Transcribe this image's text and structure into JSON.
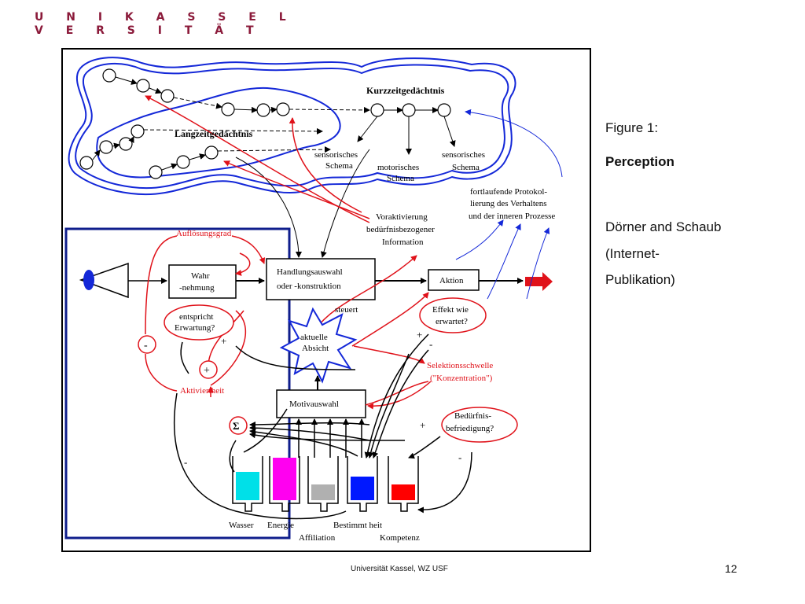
{
  "logo": {
    "line1": "U N I K A S S E L",
    "line2": "V E R S I T Ä T"
  },
  "caption": {
    "figure_label": "Figure 1:",
    "title": "Perception",
    "author": "Dörner and Schaub",
    "source_line1": "(Internet-",
    "source_line2": "Publikation)"
  },
  "footer": {
    "institution": "Universität Kassel, WZ USF",
    "page": "12"
  },
  "diagram": {
    "kurzzeit": "Kurzzeitgedächtnis",
    "langzeit": "Langzeitgedächtnis",
    "sens1_a": "sensorisches",
    "sens1_b": "Schema",
    "mot_a": "motorisches",
    "mot_b": "Schema",
    "sens2_a": "sensorisches",
    "sens2_b": "Schema",
    "proto_1": "fortlaufende Protokol-",
    "proto_2": "lierung des Verhaltens",
    "proto_3": "und der inneren Prozesse",
    "vor_1": "Voraktivierung",
    "vor_2": "bedürfnisbezogener",
    "vor_3": "Information",
    "aufl": "Auflösungsgrad",
    "wahr_1": "Wahr",
    "wahr_2": "-nehmung",
    "hand_1": "Handlungsauswahl",
    "hand_2": "oder -konstruktion",
    "aktion": "Aktion",
    "steuert": "steuert",
    "effekt_1": "Effekt wie",
    "effekt_2": "erwartet?",
    "entspricht_1": "entspricht",
    "entspricht_2": "Erwartung?",
    "aktuelle_1": "aktuelle",
    "aktuelle_2": "Absicht",
    "selektion_1": "Selektionsschwelle",
    "selektion_2": "(\"Konzentration\")",
    "aktiviertheit": "Aktiviertheit",
    "motivauswahl": "Motivauswahl",
    "bed_1": "Bedürfnis-",
    "bed_2": "befriedigung?",
    "sigma": "Σ",
    "plus": "+",
    "minus": "-",
    "wasser": "Wasser",
    "energie": "Energie",
    "affiliation": "Affiliation",
    "bestimmtheit": "Bestimmt heit",
    "kompetenz": "Kompetenz"
  },
  "colors": {
    "logo": "#8b1a3a",
    "red": "#e0121a",
    "blue_frame": "#0f1e8c",
    "cloud": "#1428d8",
    "tank_cyan": "#00e0e8",
    "tank_magenta": "#ff00f0",
    "tank_gray": "#b0b0b0",
    "tank_blue": "#0018ff",
    "tank_red": "#ff0000"
  }
}
